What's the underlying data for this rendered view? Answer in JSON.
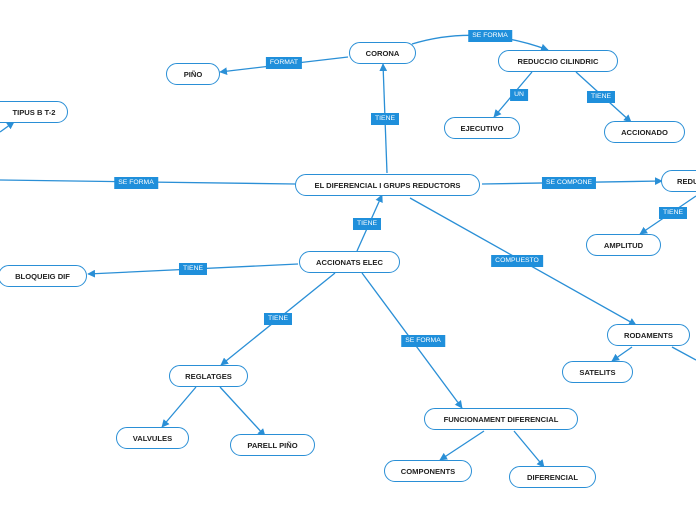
{
  "colors": {
    "line": "#2a8fd6",
    "tag_fill": "#1f8fdb",
    "node_border": "#2a8fd6"
  },
  "nodes": {
    "central": "EL DIFERENCIAL I GRUPS REDUCTORS",
    "corona": "CORONA",
    "pinyo": "PIÑO",
    "reduccio_cilindric": "REDUCCIO CILINDRIC",
    "ejecutivo": "EJECUTIVO",
    "accionado": "ACCIONADO",
    "tipus_b": "TIPUS B T-2",
    "redu": "REDU",
    "amplitud": "AMPLITUD",
    "accionats_elec": "ACCIONATS ELEC",
    "bloqueig_dif": "BLOQUEIG DIF",
    "reglatges": "REGLATGES",
    "valvules": "VALVULES",
    "parell_pinyo": "PARELL PIÑO",
    "funcionament": "FUNCIONAMENT DIFERENCIAL",
    "components": "COMPONENTS",
    "diferencial": "DIFERENCIAL",
    "rodaments": "RODAMENTS",
    "satelits": "SATELITS"
  },
  "tags": {
    "se_forma_top": "SE FORMA",
    "format": "FORMAT",
    "un": "UN",
    "tiene_accionado": "TIENE",
    "tiene_corona": "TIENE",
    "se_forma_left": "SE FORMA",
    "se_compone": "SE COMPONE",
    "tiene_amplitud": "TIENE",
    "tiene_accionats": "TIENE",
    "tiene_bloqueig": "TIENE",
    "compuesto": "COMPUESTO",
    "tiene_reglatges": "TIENE",
    "se_forma_func": "SE FORMA"
  }
}
